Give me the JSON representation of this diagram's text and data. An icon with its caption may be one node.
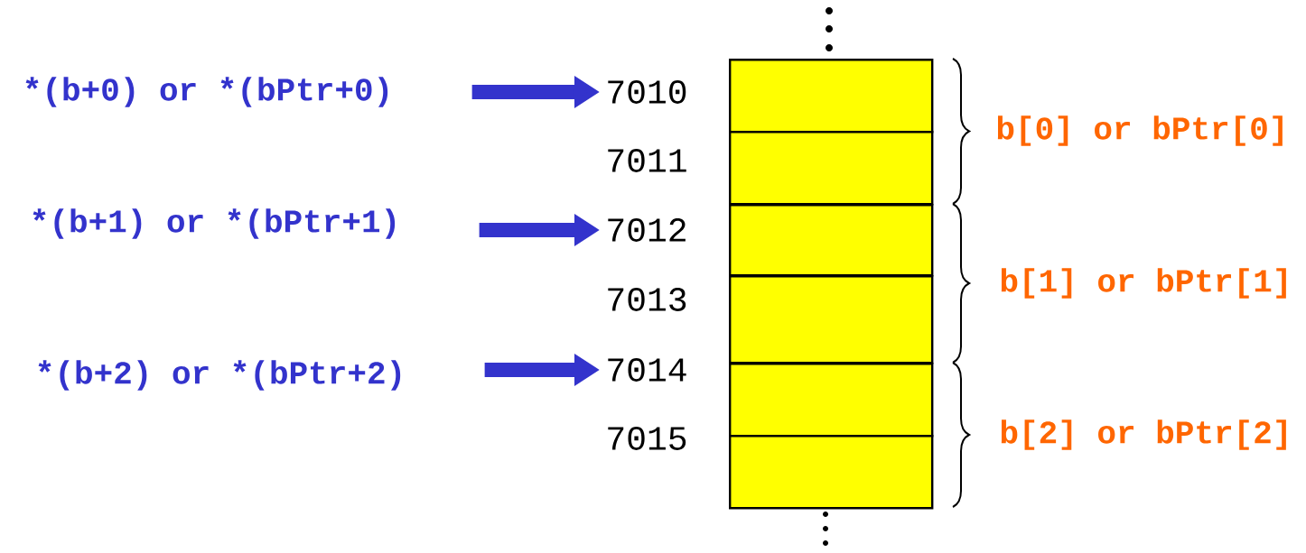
{
  "diagram": {
    "nodes": [
      {
        "text": [
          "*(b+0) or *(bPtr+0)"
        ]
      },
      {
        "text": [
          "*(b+1) or *(bPtr+1)"
        ]
      },
      {
        "text": [
          "*(b+2) or *(bPtr+2)"
        ]
      },
      {
        "text": [
          "7010"
        ]
      },
      {
        "text": [
          "7011"
        ]
      },
      {
        "text": [
          "7012"
        ]
      },
      {
        "text": [
          "7013"
        ]
      },
      {
        "text": [
          "7014"
        ]
      },
      {
        "text": [
          "7015"
        ]
      },
      {
        "text": [],
        "shape": "box"
      },
      {
        "text": [],
        "shape": "box"
      },
      {
        "text": [],
        "shape": "box"
      },
      {
        "text": [],
        "shape": "box"
      },
      {
        "text": [],
        "shape": "box"
      },
      {
        "text": [],
        "shape": "box"
      }
    ],
    "edges": [
      {
        "from": 0,
        "to": 3,
        "arrow": "to"
      },
      {
        "from": 1,
        "to": 5,
        "arrow": "to"
      },
      {
        "from": 2,
        "to": 7,
        "arrow": "to"
      }
    ],
    "labels": [
      "b[0] or bPtr[0]",
      "b[1] or bPtr[1]",
      "b[2] or bPtr[2]"
    ]
  }
}
